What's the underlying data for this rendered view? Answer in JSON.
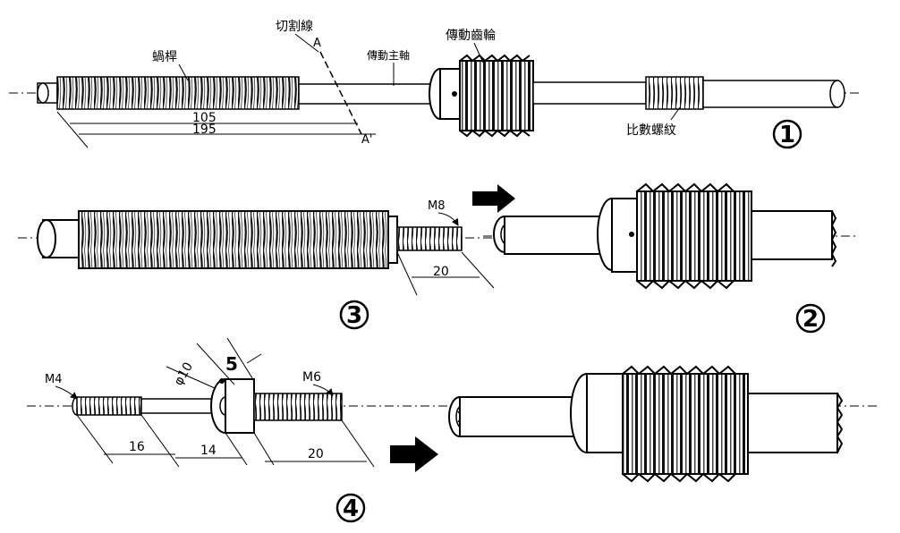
{
  "labels": {
    "cut_line": "切割線",
    "cut_start": "A",
    "cut_end": "A'",
    "worm": "蝸桿",
    "drive_shaft": "傳動主軸",
    "drive_gear": "傳動齒輪",
    "ratio_thread": "比數螺紋"
  },
  "dimensions": {
    "d105": "105",
    "d195": "195",
    "m8": "M8",
    "d20_fig3": "20",
    "m4": "M4",
    "phi10": "φ10",
    "d5": "5",
    "m6": "M6",
    "d16": "16",
    "d14": "14",
    "d20_fig4": "20"
  },
  "figure_numbers": {
    "fig1": "1",
    "fig2": "2",
    "fig3": "3",
    "fig4": "4"
  }
}
